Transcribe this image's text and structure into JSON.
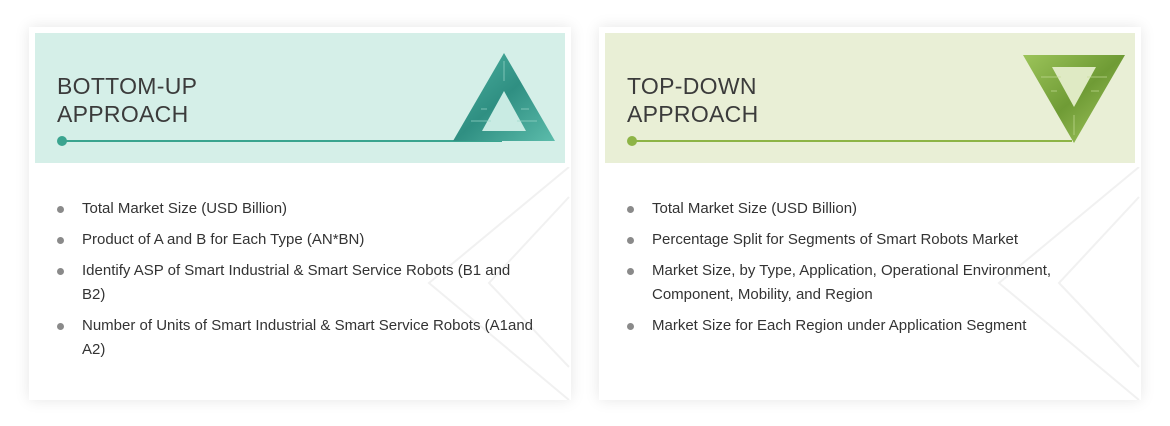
{
  "bottom_up": {
    "title_line1": "BOTTOM-UP",
    "title_line2": "APPROACH",
    "accent_color": "#3aa48f",
    "header_bg": "#d5efe8",
    "icon": "triangle-up-icon",
    "items": [
      "Total Market Size (USD Billion)",
      "Product of A and B for Each Type (AN*BN)",
      "Identify ASP of Smart Industrial & Smart Service Robots (B1 and B2)",
      "Number of Units of Smart Industrial & Smart Service Robots (A1and A2)"
    ]
  },
  "top_down": {
    "title_line1": "TOP-DOWN",
    "title_line2": "APPROACH",
    "accent_color": "#8db446",
    "header_bg": "#e9efd6",
    "icon": "triangle-down-icon",
    "items": [
      "Total Market Size (USD Billion)",
      "Percentage Split for Segments of Smart Robots Market",
      "Market Size, by Type, Application, Operational Environment, Component, Mobility, and Region",
      "Market Size for Each Region under Application Segment"
    ]
  }
}
